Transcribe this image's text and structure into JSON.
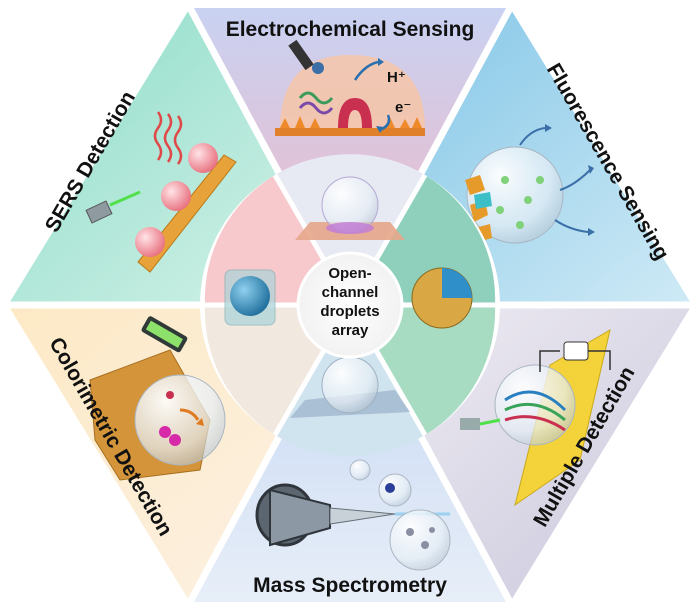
{
  "segments": {
    "electrochemical": {
      "title": "Electrochemical Sensing",
      "proton": "H⁺",
      "electron": "e⁻",
      "color": "#e8c6df"
    },
    "fluorescence": {
      "title": "Fluorescence Sensing",
      "color": "#8fc9e0"
    },
    "multiple": {
      "title": "Multiple Detection",
      "color": "#dcdcea"
    },
    "mass_spec": {
      "title": "Mass Spectrometry",
      "color": "#c4d4ee"
    },
    "colorimetric": {
      "title": "Colorimetric Detection",
      "color": "#f7e2c6"
    },
    "sers": {
      "title": "SERS Detection",
      "color": "#b6e6d4"
    }
  },
  "center": {
    "lines": [
      "Open-",
      "channel",
      "droplets",
      "array"
    ]
  }
}
